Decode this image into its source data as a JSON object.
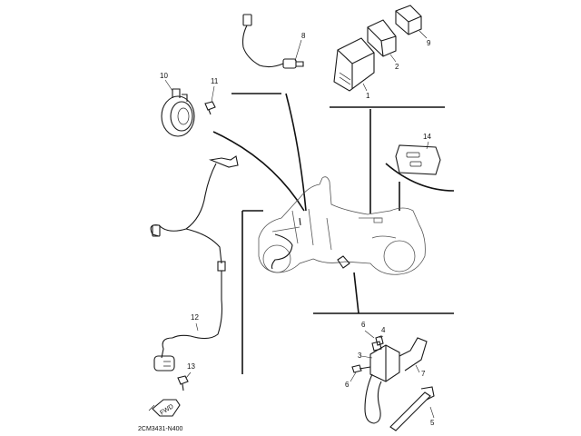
{
  "diagram": {
    "part_numbers": {
      "p1": "1",
      "p2": "2",
      "p3": "3",
      "p4": "4",
      "p5": "5",
      "p6a": "6",
      "p6b": "6",
      "p7": "7",
      "p8": "8",
      "p9": "9",
      "p10": "10",
      "p11": "11",
      "p12": "12",
      "p13": "13",
      "p14": "14"
    },
    "fwd_label": "FWD",
    "drawing_code": "2CM3431-N400"
  }
}
